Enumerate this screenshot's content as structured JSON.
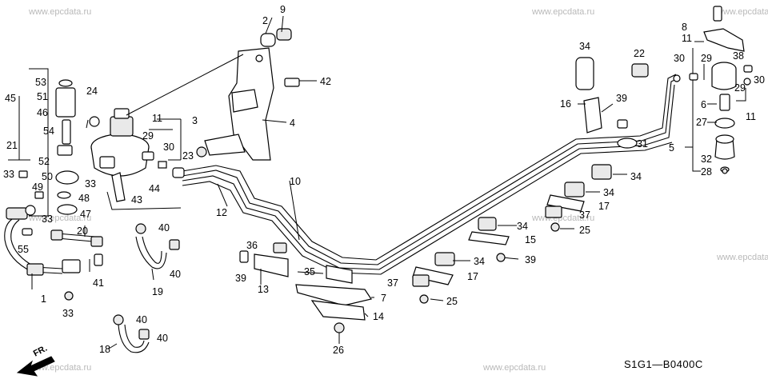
{
  "watermark": "www.epcdata.ru",
  "diagram_code": "S1G1—B0400C",
  "direction_label": "FR.",
  "callouts": {
    "c1": "1",
    "c2": "2",
    "c3": "3",
    "c4": "4",
    "c5": "5",
    "c6": "6",
    "c7": "7",
    "c8": "8",
    "c9": "9",
    "c10": "10",
    "c11a": "11",
    "c11b": "11",
    "c11c": "11",
    "c12": "12",
    "c13": "13",
    "c14": "14",
    "c15": "15",
    "c16": "16",
    "c17a": "17",
    "c17b": "17",
    "c18": "18",
    "c19": "19",
    "c20": "20",
    "c21": "21",
    "c22": "22",
    "c23": "23",
    "c24": "24",
    "c25a": "25",
    "c25b": "25",
    "c26": "26",
    "c27": "27",
    "c28": "28",
    "c29a": "29",
    "c29b": "29",
    "c29c": "29",
    "c30a": "30",
    "c30b": "30",
    "c30c": "30",
    "c31": "31",
    "c32": "32",
    "c33a": "33",
    "c33b": "33",
    "c33c": "33",
    "c33d": "33",
    "c34a": "34",
    "c34b": "34",
    "c34c": "34",
    "c34d": "34",
    "c34e": "34",
    "c35": "35",
    "c36": "36",
    "c37a": "37",
    "c37b": "37",
    "c38": "38",
    "c39a": "39",
    "c39b": "39",
    "c39c": "39",
    "c40a": "40",
    "c40b": "40",
    "c40c": "40",
    "c40d": "40",
    "c41": "41",
    "c42": "42",
    "c43": "43",
    "c44": "44",
    "c45": "45",
    "c46": "46",
    "c47": "47",
    "c48": "48",
    "c49": "49",
    "c50": "50",
    "c51": "51",
    "c52": "52",
    "c53": "53",
    "c54": "54",
    "c55": "55"
  }
}
